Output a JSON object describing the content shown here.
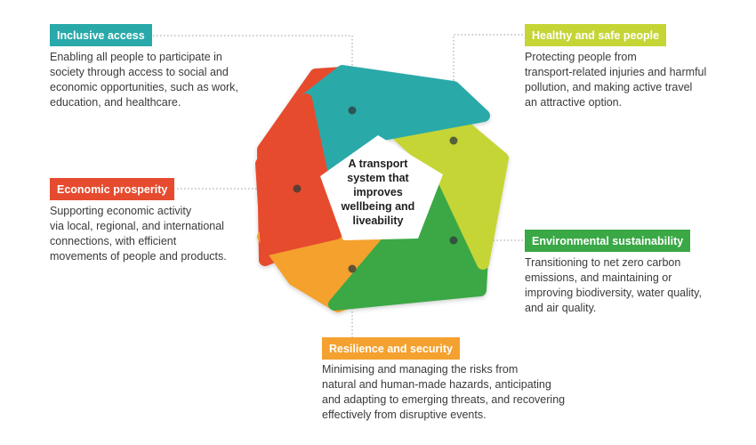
{
  "center": {
    "lines": [
      "A transport",
      "system that",
      "improves",
      "wellbeing and",
      "liveability"
    ]
  },
  "segments": [
    {
      "id": "inclusive",
      "title": "Inclusive access",
      "color": "#29a9a9",
      "description": [
        "Enabling all people to participate in",
        "society through access to social and",
        "economic opportunities, such as work,",
        "education, and healthcare."
      ]
    },
    {
      "id": "healthy",
      "title": "Healthy and safe people",
      "color": "#c5d535",
      "description": [
        "Protecting people from",
        "transport-related injuries and harmful",
        "pollution, and making active travel",
        "an attractive option."
      ]
    },
    {
      "id": "environmental",
      "title": "Environmental sustainability",
      "color": "#3aa845",
      "description": [
        "Transitioning to net zero carbon",
        "emissions, and maintaining or",
        "improving biodiversity, water quality,",
        "and air quality."
      ]
    },
    {
      "id": "resilience",
      "title": "Resilience and security",
      "color": "#f4a12f",
      "description": [
        "Minimising and managing the risks from",
        "natural and human-made hazards, anticipating",
        "and adapting to emerging threats, and recovering",
        "effectively from disruptive events."
      ]
    },
    {
      "id": "economic",
      "title": "Economic prosperity",
      "color": "#e64b2f",
      "description": [
        "Supporting economic activity",
        "via local, regional, and international",
        "connections, with efficient",
        "movements of people and products."
      ]
    }
  ]
}
